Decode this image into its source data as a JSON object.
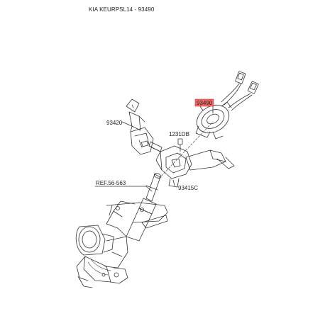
{
  "header": {
    "caption": "KIA KEURPSL14 - 93490"
  },
  "parts": {
    "clock_spring": {
      "number": "93490",
      "highlighted": true,
      "highlight_color": "#f06a6a"
    },
    "wiper_switch": {
      "number": "93420"
    },
    "bolt": {
      "number": "1231DB"
    },
    "multifunction_switch": {
      "number": "93415C"
    },
    "steering_column_ref": {
      "number": "REF.56-563"
    }
  },
  "colors": {
    "line": "#333333",
    "background": "#ffffff"
  }
}
